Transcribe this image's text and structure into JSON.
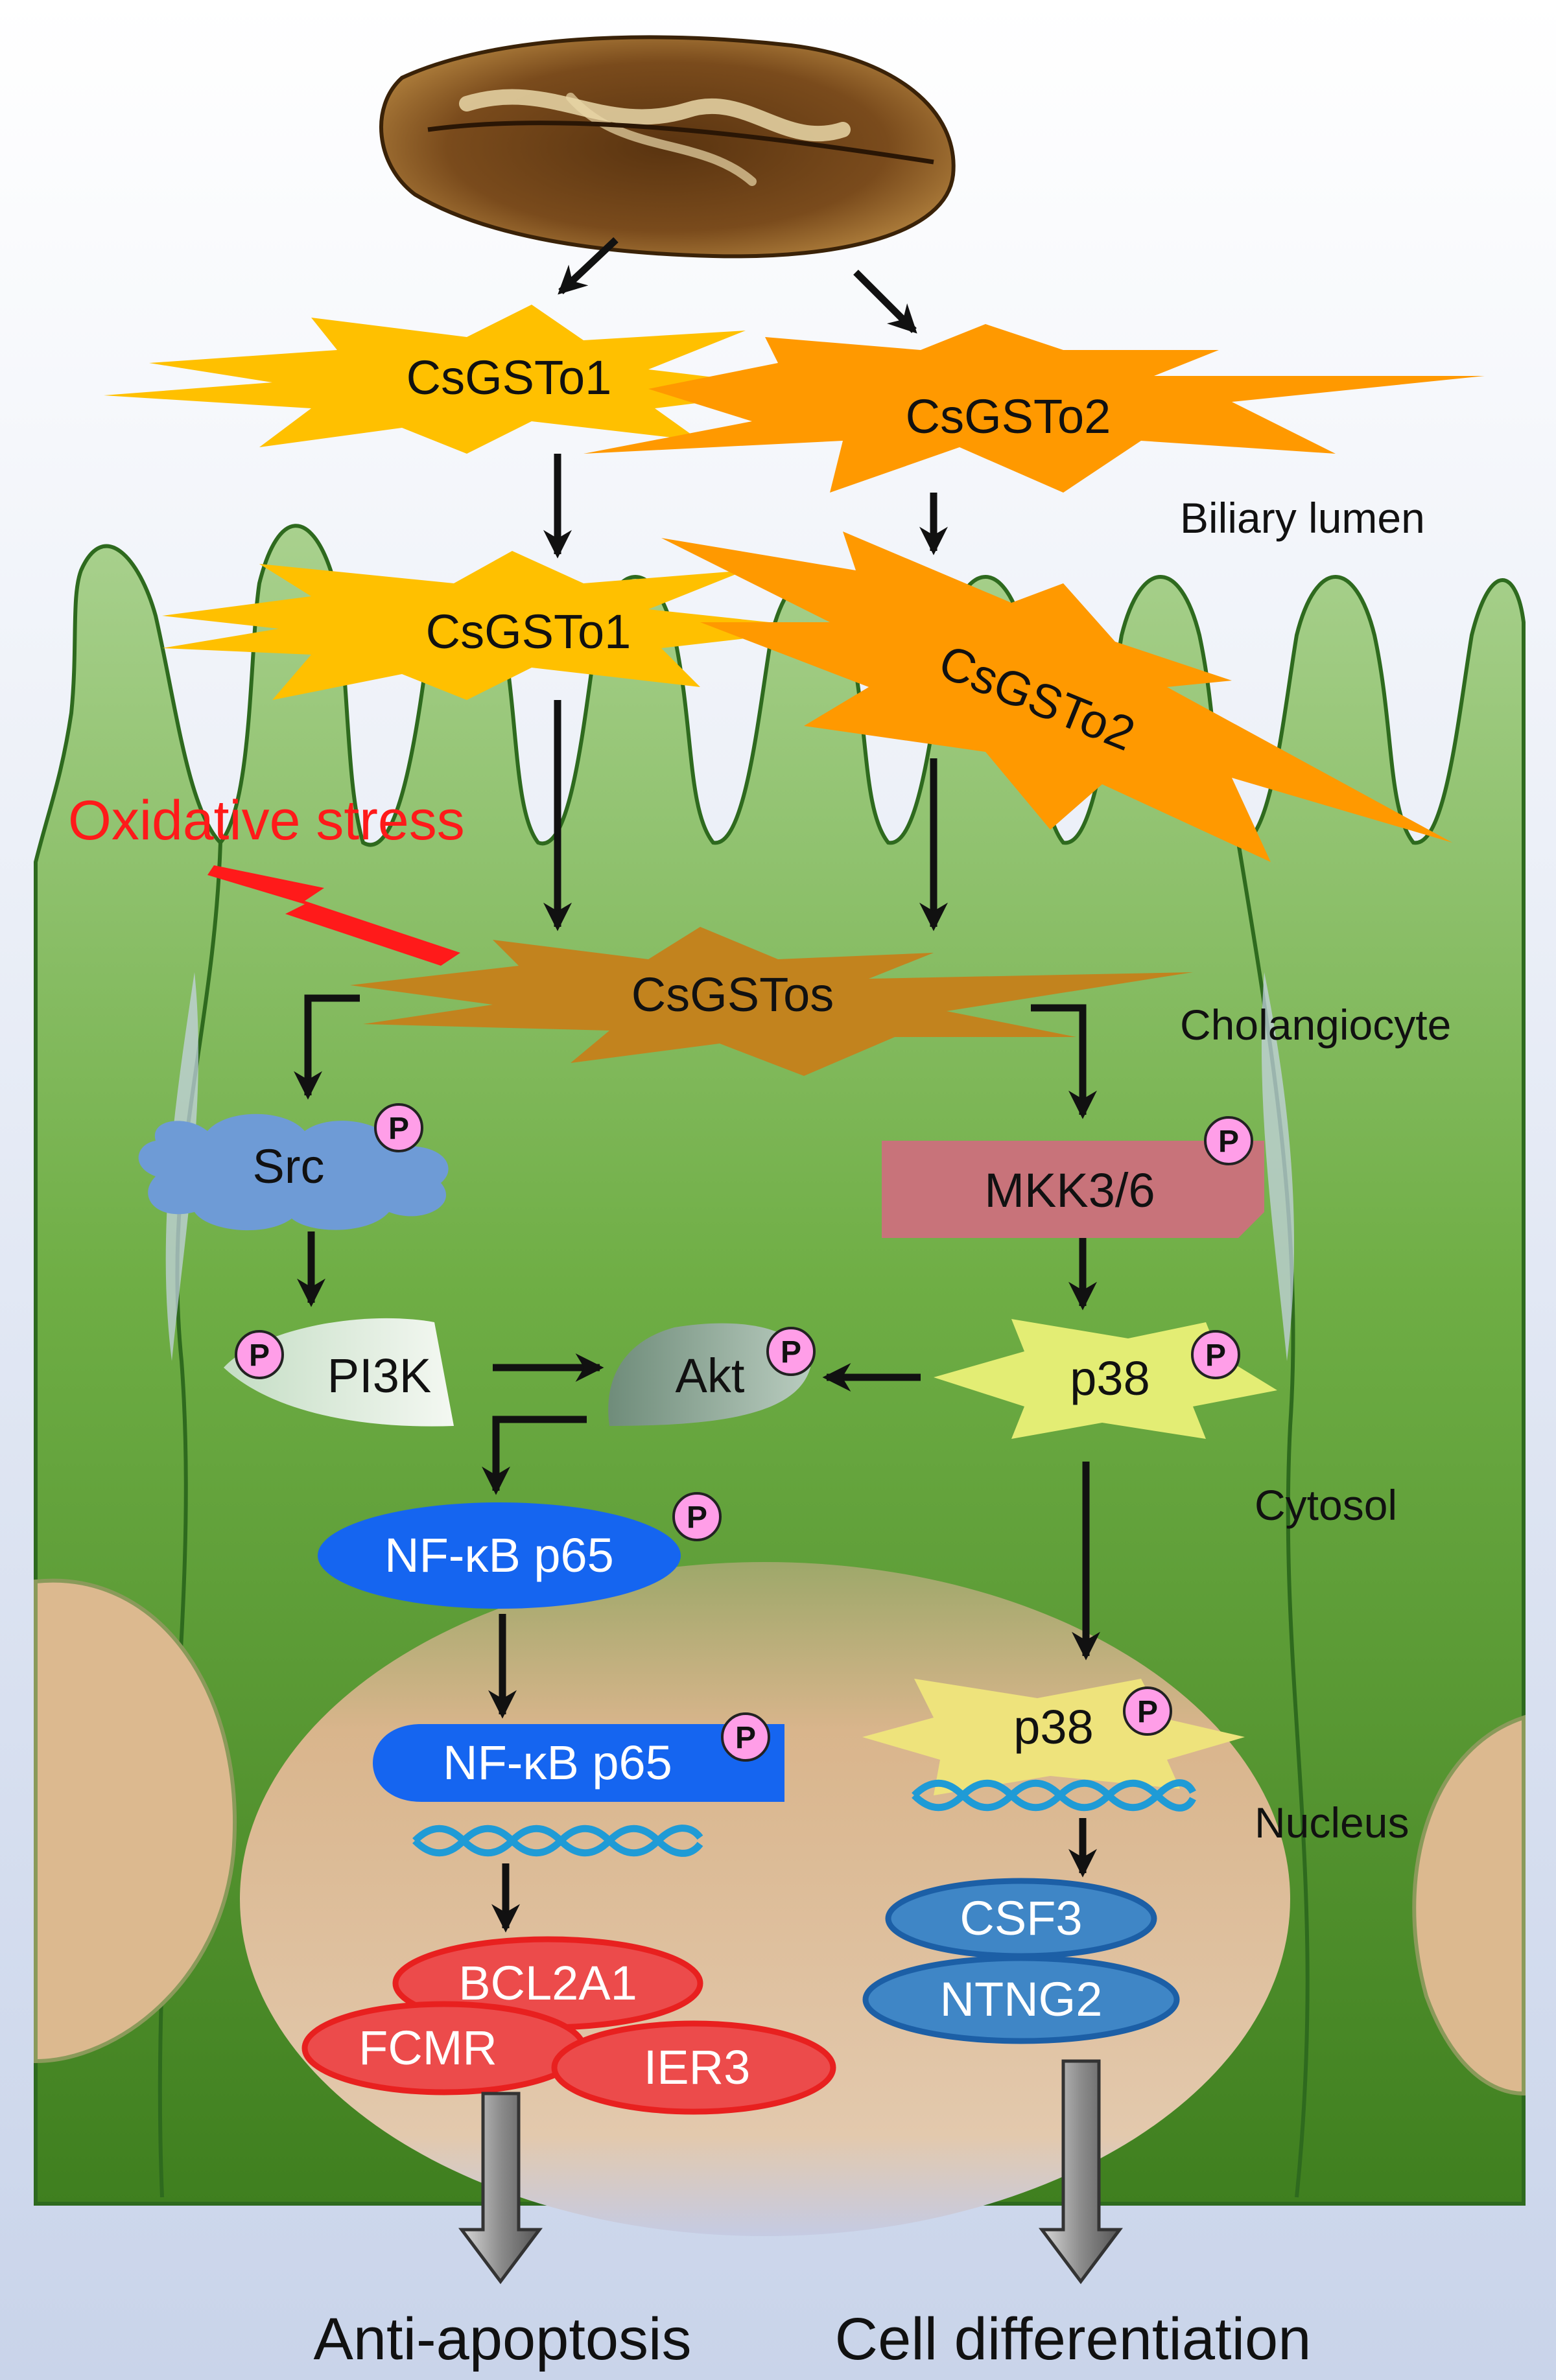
{
  "colors": {
    "lumen_top": "#ffffff",
    "lumen_bottom": "#c9d4ea",
    "cell_light": "#a9d18e",
    "cell_dark": "#3f7f1f",
    "cell_outline": "#2e6a1e",
    "gsto1": "#ffc000",
    "gsto2": "#ff9900",
    "gstos": "#c2831e",
    "src": "#6e9bd6",
    "mkk": "#c8737a",
    "p38": "#e3ed74",
    "nfkb": "#1565f0",
    "nucleus": "#e9c8a0",
    "red_gene": "#ec4b4b",
    "blue_gene": "#3f86c6",
    "phospho": "#ff9ee8",
    "oxidative": "#ff1a1a"
  },
  "icons": {
    "parasite": "liver-fluke-image",
    "dna": "dna-helix-icon",
    "phospho": "phosphate-badge"
  },
  "regions": {
    "biliary_lumen": "Biliary lumen",
    "cholangiocyte": "Cholangiocyte",
    "cytosol": "Cytosol",
    "nucleus": "Nucleus"
  },
  "nodes": {
    "csgsto1_lumen": "CsGSTo1",
    "csgsto2_lumen": "CsGSTo2",
    "csgsto1_membrane": "CsGSTo1",
    "csgsto2_membrane": "CsGSTo2",
    "oxidative_stress": "Oxidative stress",
    "csgstos": "CsGSTos",
    "src": "Src",
    "mkk": "MKK3/6",
    "pi3k": "PI3K",
    "akt": "Akt",
    "p38_cytosol": "p38",
    "nfkb_cytosol": "NF-κB p65",
    "nfkb_nucleus": "NF-κB p65",
    "p38_nucleus": "p38",
    "bcl2a1": "BCL2A1",
    "fcmr": "FCMR",
    "ier3": "IER3",
    "csf3": "CSF3",
    "ntng2": "NTNG2"
  },
  "phospho_label": "P",
  "outcomes": {
    "left": "Anti-apoptosis",
    "right": "Cell differentiation"
  }
}
